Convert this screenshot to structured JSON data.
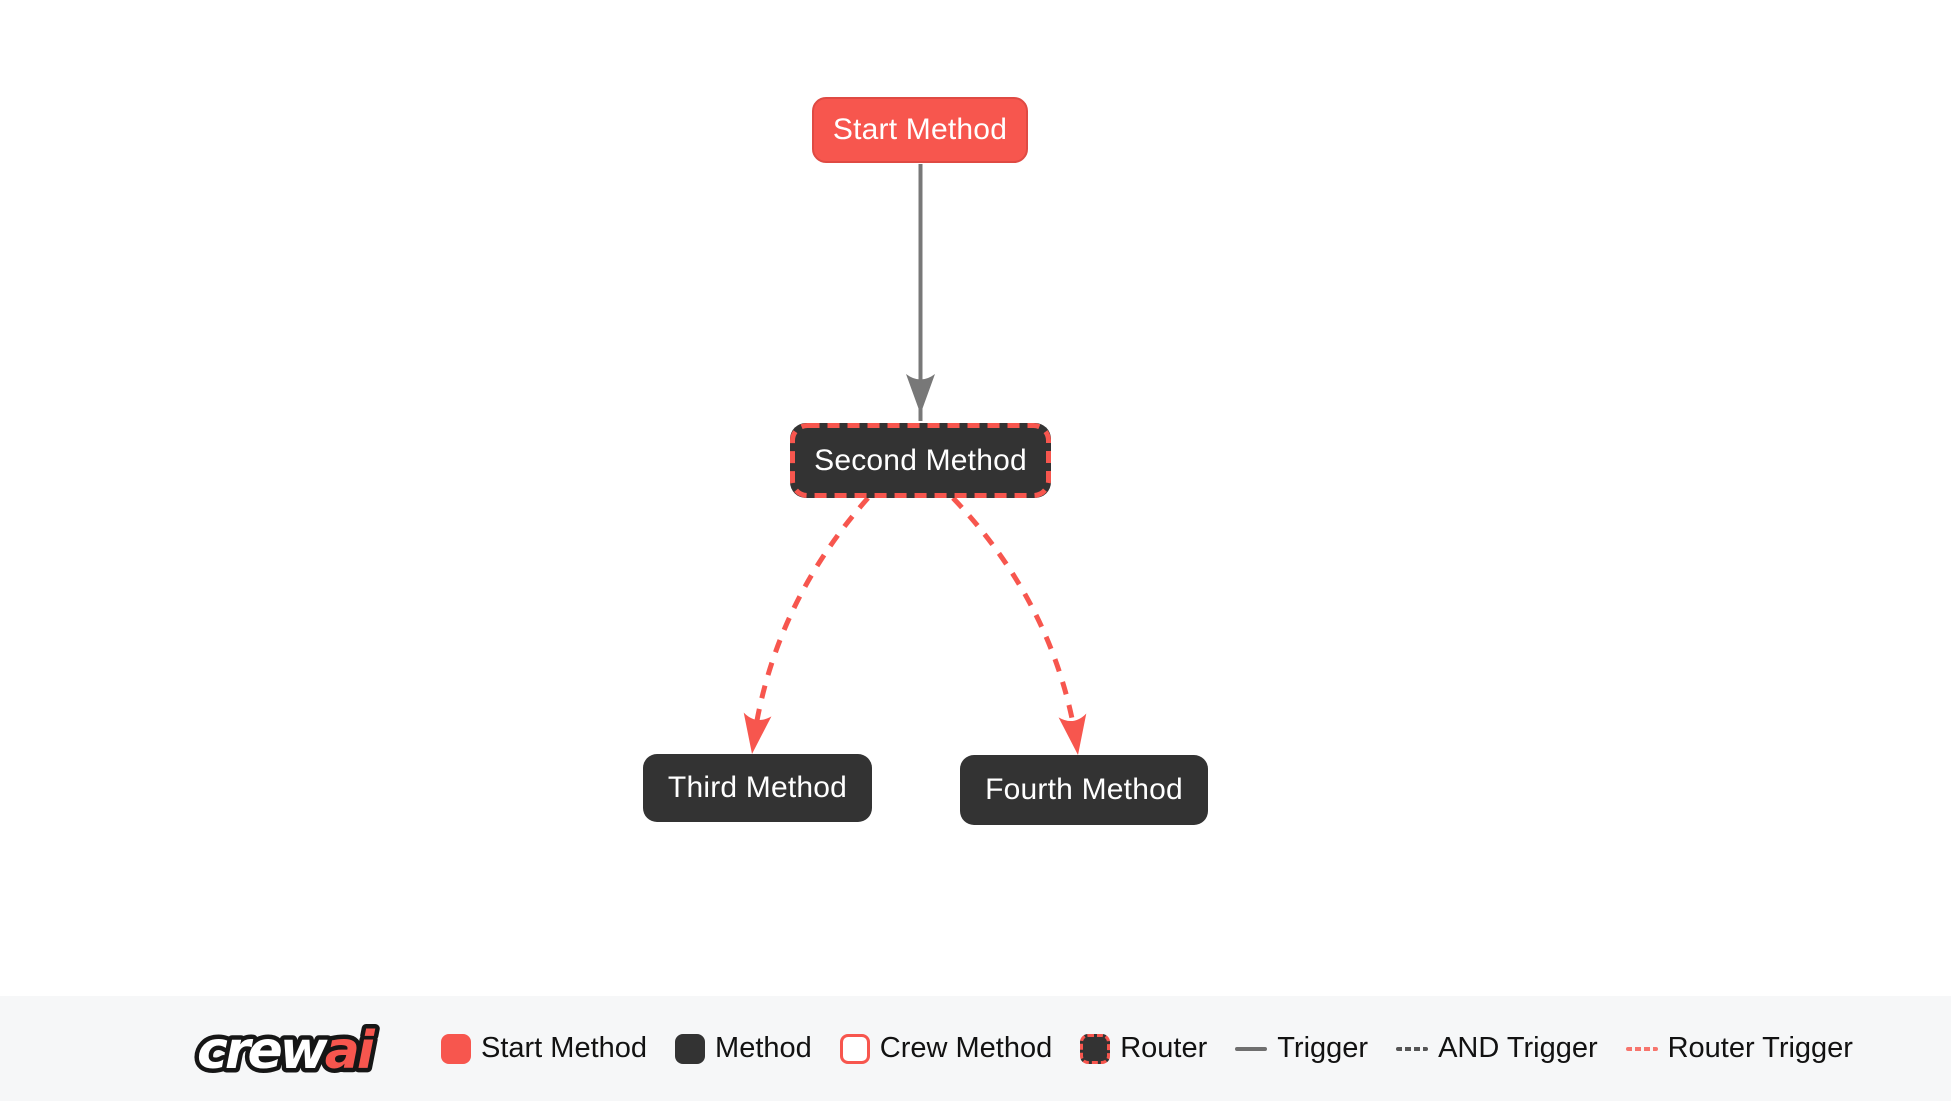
{
  "colors": {
    "start_node_fill": "#F7564E",
    "start_node_border": "#DF4A43",
    "dark_node_fill": "#333333",
    "router_border": "#F7564E",
    "trigger_edge": "#787878",
    "router_trigger_edge": "#F7564E",
    "node_text": "#FFFFFF",
    "legend_background": "#F6F7F8",
    "legend_text": "#121212"
  },
  "diagram": {
    "nodes": [
      {
        "id": "start_method",
        "label": "Start Method",
        "kind": "start-method"
      },
      {
        "id": "second_method",
        "label": "Second Method",
        "kind": "router"
      },
      {
        "id": "third_method",
        "label": "Third Method",
        "kind": "method"
      },
      {
        "id": "fourth_method",
        "label": "Fourth Method",
        "kind": "method"
      }
    ],
    "edges": [
      {
        "from": "start_method",
        "to": "second_method",
        "type": "trigger",
        "style": "solid-gray"
      },
      {
        "from": "second_method",
        "to": "third_method",
        "type": "router-trigger",
        "style": "dashed-red"
      },
      {
        "from": "second_method",
        "to": "fourth_method",
        "type": "router-trigger",
        "style": "dashed-red"
      }
    ]
  },
  "legend": {
    "logo": {
      "crew": "crew",
      "ai": "ai"
    },
    "items": [
      {
        "label": "Start Method",
        "swatch": "start-method-box"
      },
      {
        "label": "Method",
        "swatch": "method-box"
      },
      {
        "label": "Crew Method",
        "swatch": "crew-method-box"
      },
      {
        "label": "Router",
        "swatch": "router-box"
      },
      {
        "label": "Trigger",
        "swatch": "solid-gray-line"
      },
      {
        "label": "AND Trigger",
        "swatch": "dashed-gray-line"
      },
      {
        "label": "Router Trigger",
        "swatch": "dashed-red-line"
      }
    ]
  }
}
